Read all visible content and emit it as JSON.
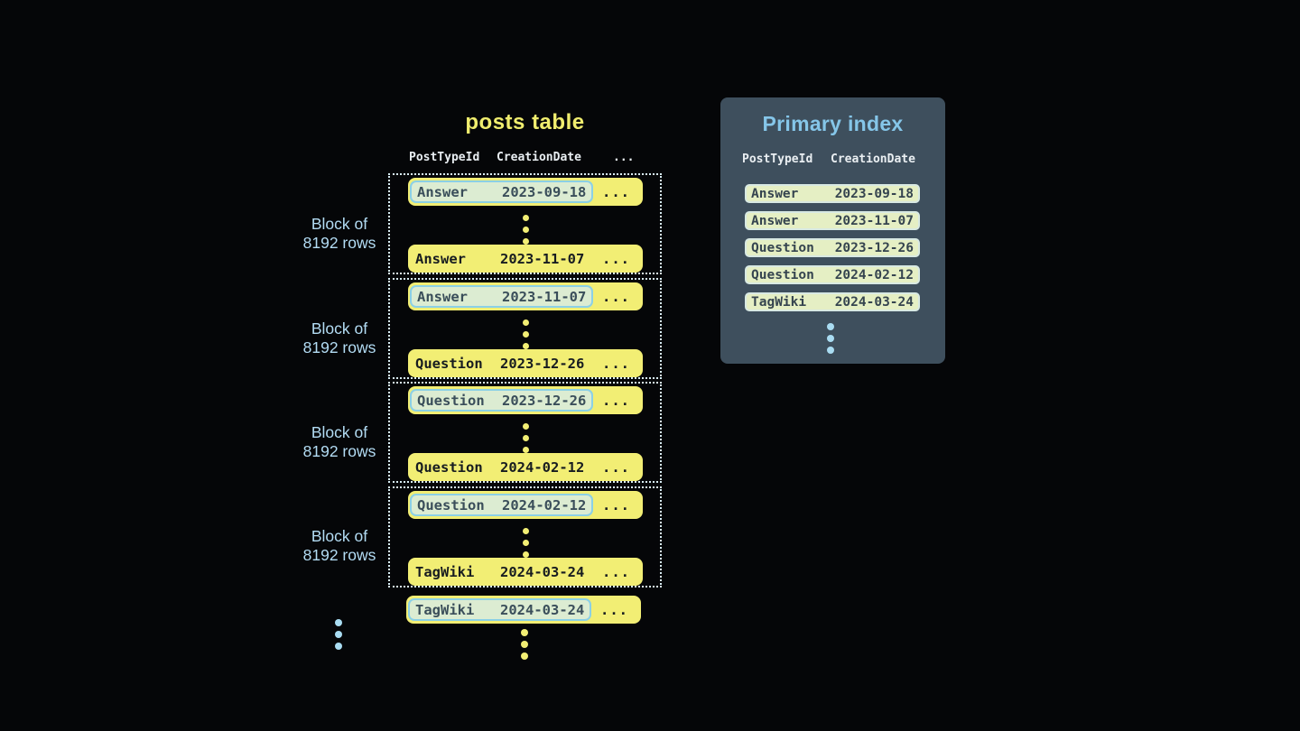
{
  "posts_table": {
    "title": "posts table",
    "columns": [
      "PostTypeId",
      "CreationDate",
      "..."
    ],
    "ellipsis": "...",
    "block_label": [
      "Block of",
      "8192 rows"
    ],
    "blocks": [
      {
        "first": {
          "type": "Answer",
          "date": "2023-09-18"
        },
        "last": {
          "type": "Answer",
          "date": "2023-11-07"
        }
      },
      {
        "first": {
          "type": "Answer",
          "date": "2023-11-07"
        },
        "last": {
          "type": "Question",
          "date": "2023-12-26"
        }
      },
      {
        "first": {
          "type": "Question",
          "date": "2023-12-26"
        },
        "last": {
          "type": "Question",
          "date": "2024-02-12"
        }
      },
      {
        "first": {
          "type": "Question",
          "date": "2024-02-12"
        },
        "last": {
          "type": "TagWiki",
          "date": "2024-03-24"
        }
      }
    ],
    "overflow_row": {
      "type": "TagWiki",
      "date": "2024-03-24"
    }
  },
  "primary_index": {
    "title": "Primary index",
    "columns": [
      "PostTypeId",
      "CreationDate"
    ],
    "rows": [
      {
        "type": "Answer",
        "date": "2023-09-18"
      },
      {
        "type": "Answer",
        "date": "2023-11-07"
      },
      {
        "type": "Question",
        "date": "2023-12-26"
      },
      {
        "type": "Question",
        "date": "2024-02-12"
      },
      {
        "type": "TagWiki",
        "date": "2024-03-24"
      }
    ]
  },
  "colors": {
    "background": "#050608",
    "row_yellow": "#f2ee74",
    "title_yellow": "#f0ed6e",
    "highlight_bg": "#dcecd2",
    "highlight_border": "#8bd0e6",
    "dotted_border": "#d9eef6",
    "label_blue": "#b3dcf4",
    "panel_bg": "#3e4f5d",
    "panel_title_blue": "#85c6e9",
    "index_row_bg": "#e5efc4",
    "index_row_border": "#d8e9e3",
    "dark_text": "#171c20",
    "slate_text": "#3a4e5a"
  }
}
